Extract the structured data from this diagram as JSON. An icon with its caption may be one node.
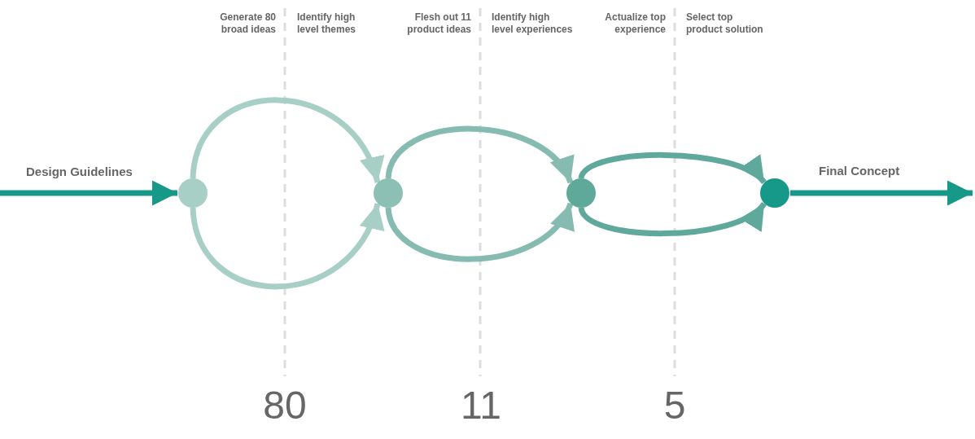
{
  "diagram": {
    "nodes": [
      {
        "text": [],
        "shape": "circle"
      },
      {
        "text": [],
        "shape": "circle"
      },
      {
        "text": [],
        "shape": "circle"
      },
      {
        "text": [],
        "shape": "circle"
      }
    ],
    "edges": [
      {
        "from": null,
        "to": 0,
        "arrow": "to",
        "label": "Design Guidelines",
        "color": "#17998a"
      },
      {
        "from": 0,
        "to": 1,
        "arrow": "to",
        "color": "#a8cfc6"
      },
      {
        "from": 0,
        "to": 1,
        "arrow": "to",
        "color": "#a8cfc6"
      },
      {
        "from": 1,
        "to": 2,
        "arrow": "to",
        "color": "#85bbb0"
      },
      {
        "from": 1,
        "to": 2,
        "arrow": "to",
        "color": "#85bbb0"
      },
      {
        "from": 2,
        "to": 3,
        "arrow": "to",
        "color": "#5ea99b"
      },
      {
        "from": 2,
        "to": 3,
        "arrow": "to",
        "color": "#5ea99b"
      },
      {
        "from": 3,
        "to": null,
        "arrow": "to",
        "label": "Final Concept",
        "color": "#17998a"
      }
    ],
    "labels": [
      "Generate 80 broad ideas",
      "Identify high level themes",
      "Flesh out 11 product ideas",
      "Identify high level experiences",
      "Actualize top experience",
      "Select top product solution",
      "80",
      "11",
      "5"
    ]
  }
}
